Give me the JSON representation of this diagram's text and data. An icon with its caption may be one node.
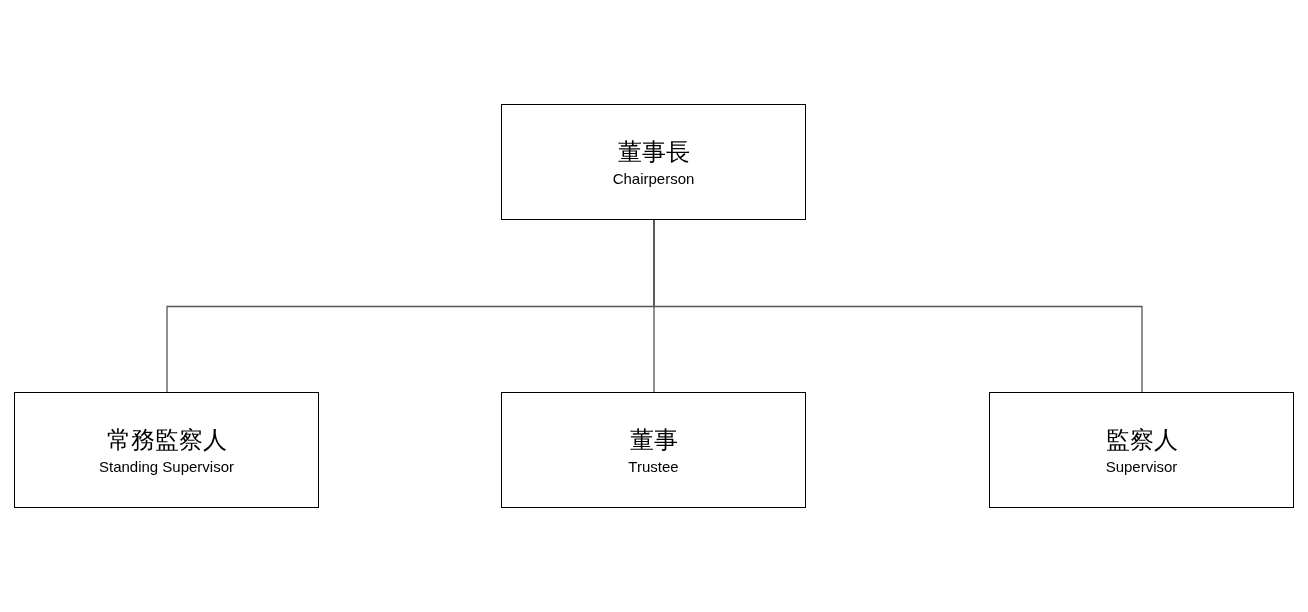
{
  "diagram": {
    "nodes": [
      {
        "text": [
          "董事長",
          "Chairperson"
        ]
      },
      {
        "text": [
          "常務監察人",
          "Standing Supervisor"
        ]
      },
      {
        "text": [
          "董事",
          "Trustee"
        ]
      },
      {
        "text": [
          "監察人",
          "Supervisor"
        ]
      }
    ],
    "edges": [
      {
        "from": 0,
        "to": 1,
        "arrow": "none"
      },
      {
        "from": 0,
        "to": 2,
        "arrow": "none"
      },
      {
        "from": 0,
        "to": 3,
        "arrow": "none"
      }
    ]
  }
}
